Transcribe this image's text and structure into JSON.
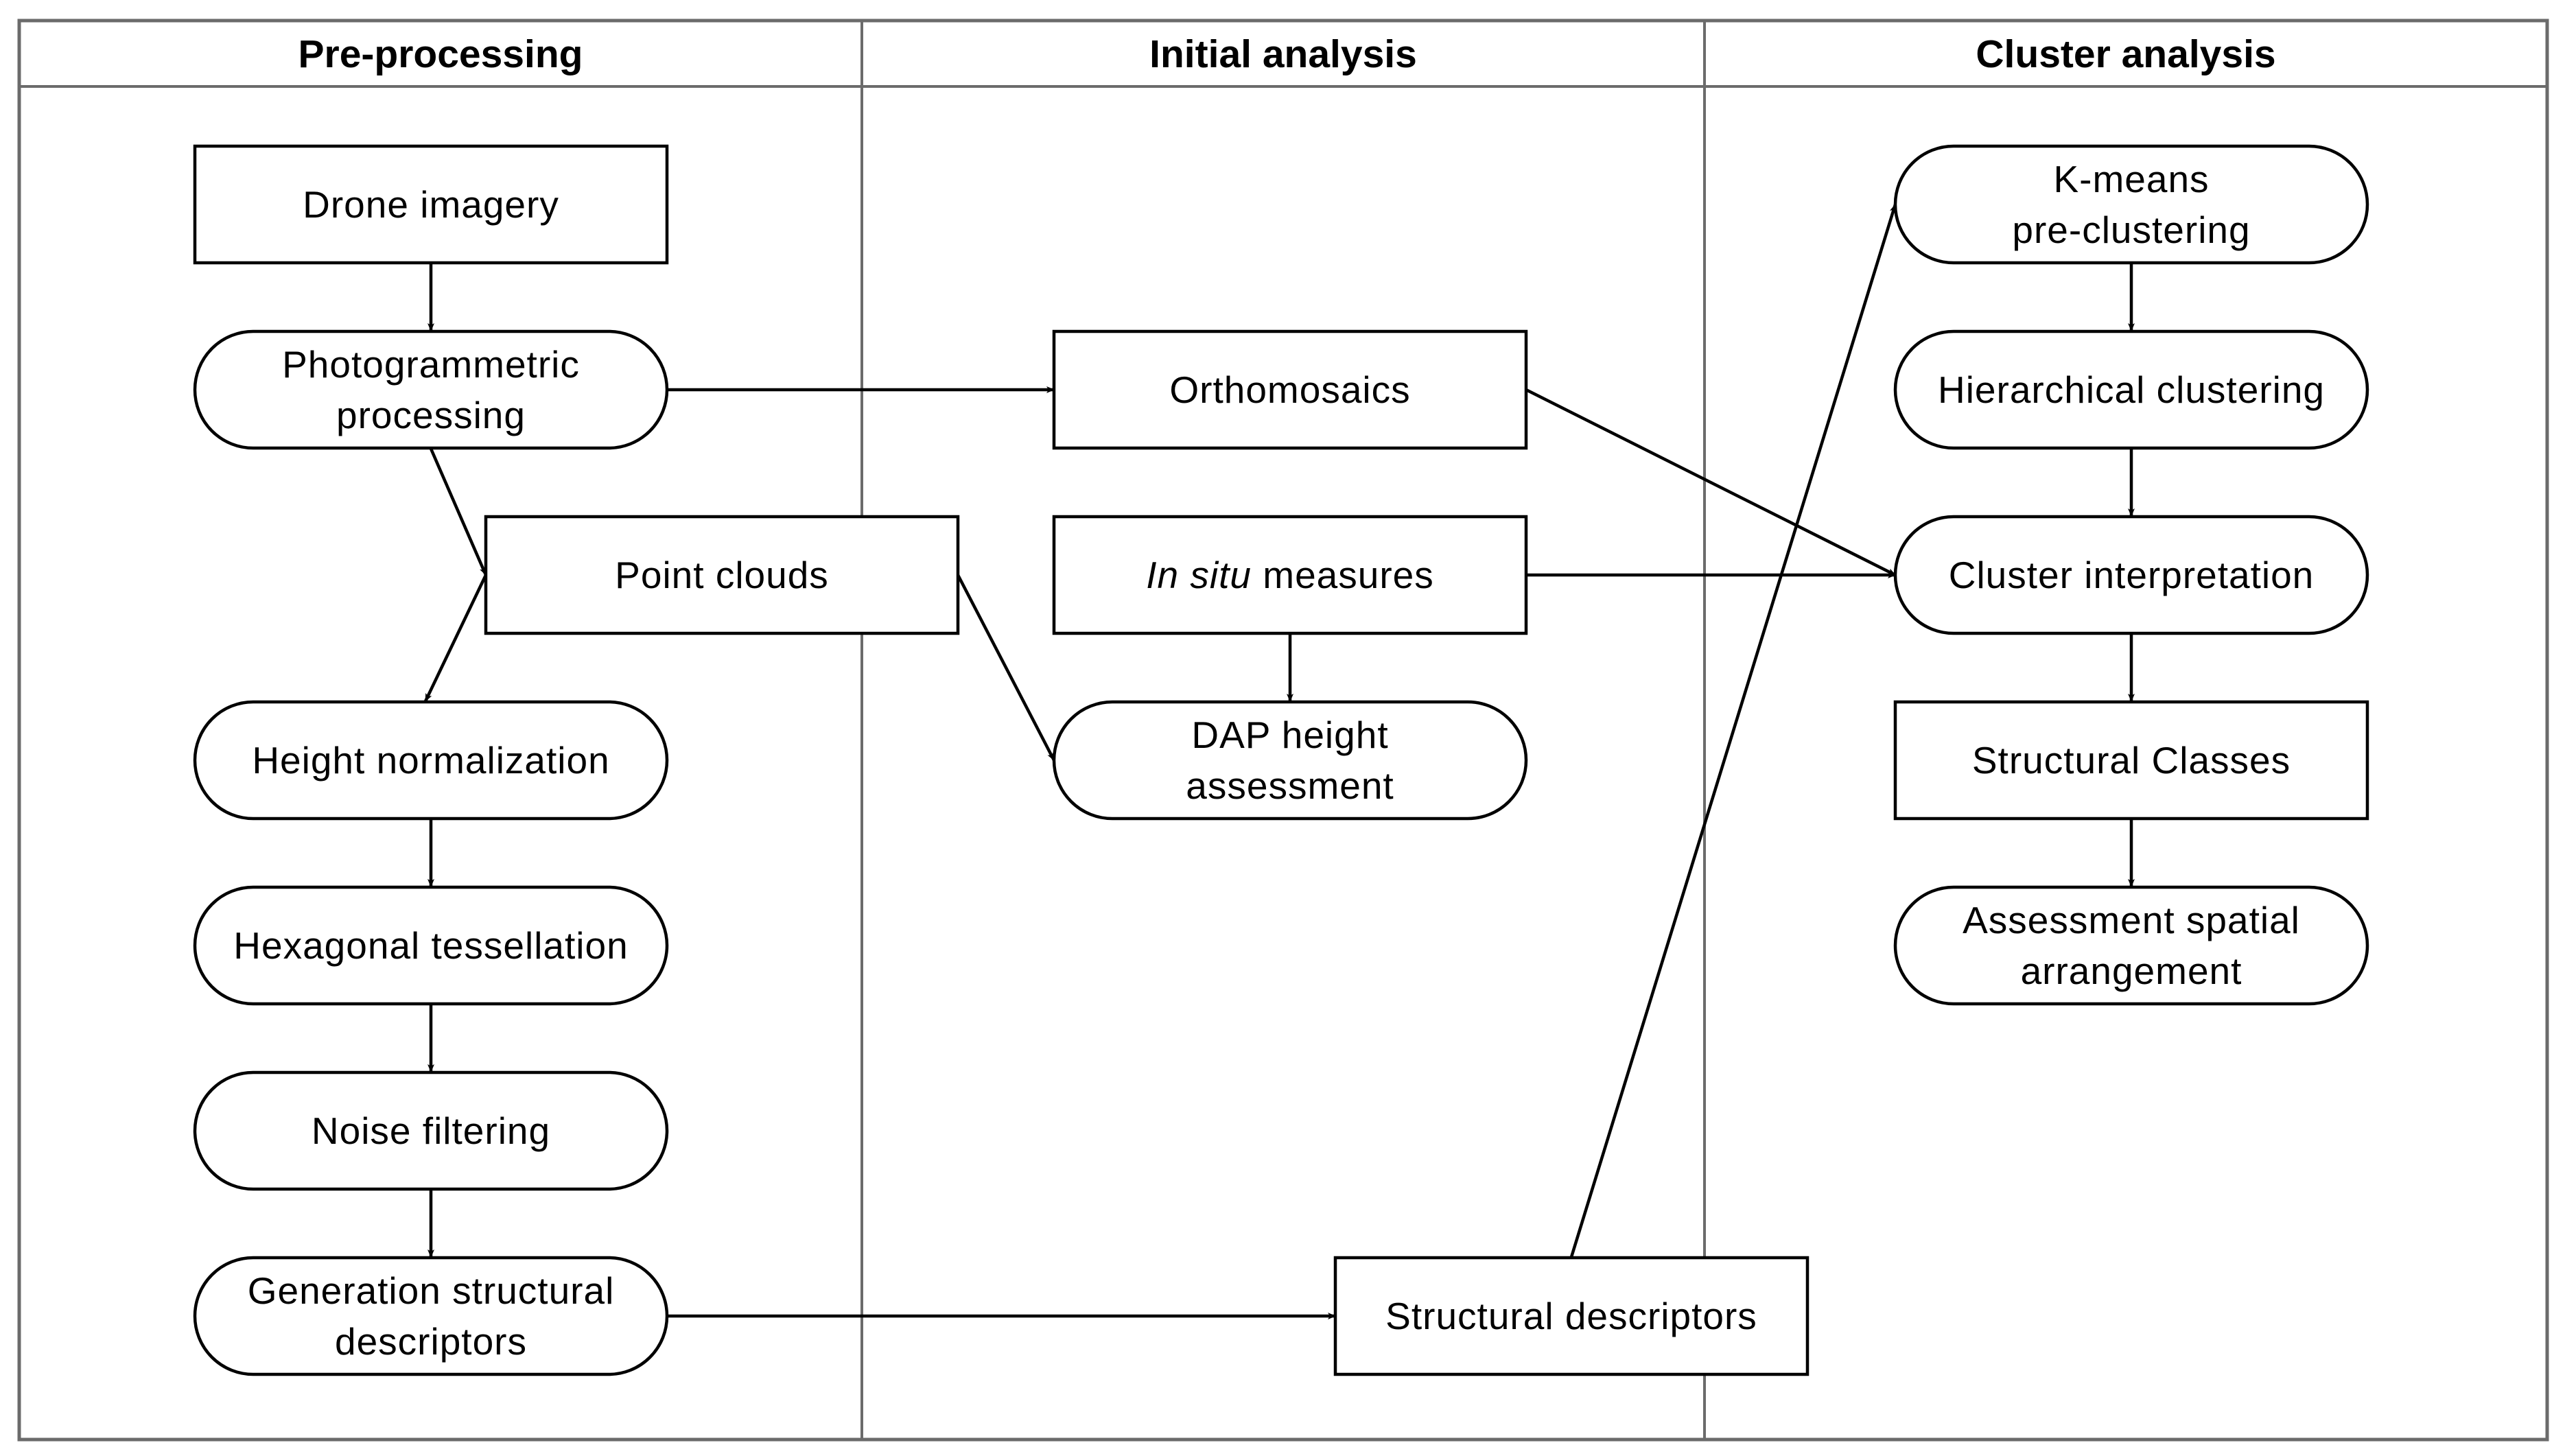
{
  "lanes": [
    {
      "id": "pre",
      "title": "Pre-processing"
    },
    {
      "id": "initial",
      "title": "Initial analysis"
    },
    {
      "id": "cluster",
      "title": "Cluster analysis"
    }
  ],
  "nodes": {
    "drone": {
      "shape": "rect",
      "lines": [
        [
          {
            "t": "Drone imagery"
          }
        ]
      ]
    },
    "photo": {
      "shape": "pill",
      "lines": [
        [
          {
            "t": "Photogrammetric"
          }
        ],
        [
          {
            "t": "processing"
          }
        ]
      ]
    },
    "pointclouds": {
      "shape": "rect",
      "lines": [
        [
          {
            "t": "Point clouds"
          }
        ]
      ]
    },
    "heightnorm": {
      "shape": "pill",
      "lines": [
        [
          {
            "t": "Height normalization"
          }
        ]
      ]
    },
    "hextess": {
      "shape": "pill",
      "lines": [
        [
          {
            "t": "Hexagonal tessellation"
          }
        ]
      ]
    },
    "noise": {
      "shape": "pill",
      "lines": [
        [
          {
            "t": "Noise filtering"
          }
        ]
      ]
    },
    "genstruct": {
      "shape": "pill",
      "lines": [
        [
          {
            "t": "Generation structural"
          }
        ],
        [
          {
            "t": "descriptors"
          }
        ]
      ]
    },
    "ortho": {
      "shape": "rect",
      "lines": [
        [
          {
            "t": "Orthomosaics"
          }
        ]
      ]
    },
    "insitu": {
      "shape": "rect",
      "lines": [
        [
          {
            "t": "In situ",
            "italic": true
          },
          {
            "t": " measures"
          }
        ]
      ]
    },
    "dap": {
      "shape": "pill",
      "lines": [
        [
          {
            "t": "DAP height"
          }
        ],
        [
          {
            "t": "assessment"
          }
        ]
      ]
    },
    "structdesc": {
      "shape": "rect",
      "lines": [
        [
          {
            "t": "Structural descriptors"
          }
        ]
      ]
    },
    "kmeans": {
      "shape": "pill",
      "lines": [
        [
          {
            "t": "K-means"
          }
        ],
        [
          {
            "t": "pre-clustering"
          }
        ]
      ]
    },
    "hier": {
      "shape": "pill",
      "lines": [
        [
          {
            "t": "Hierarchical clustering"
          }
        ]
      ]
    },
    "interp": {
      "shape": "pill",
      "lines": [
        [
          {
            "t": "Cluster interpretation"
          }
        ]
      ]
    },
    "classes": {
      "shape": "rect",
      "lines": [
        [
          {
            "t": "Structural Classes"
          }
        ]
      ]
    },
    "spatial": {
      "shape": "pill",
      "lines": [
        [
          {
            "t": "Assessment spatial"
          }
        ],
        [
          {
            "t": "arrangement"
          }
        ]
      ]
    }
  },
  "edges": [
    {
      "from": "drone",
      "to": "photo"
    },
    {
      "from": "photo",
      "to": "ortho"
    },
    {
      "from": "photo",
      "to": "pointclouds"
    },
    {
      "from": "pointclouds",
      "to": "heightnorm"
    },
    {
      "from": "pointclouds",
      "to": "dap"
    },
    {
      "from": "heightnorm",
      "to": "hextess"
    },
    {
      "from": "hextess",
      "to": "noise"
    },
    {
      "from": "noise",
      "to": "genstruct"
    },
    {
      "from": "genstruct",
      "to": "structdesc"
    },
    {
      "from": "insitu",
      "to": "dap"
    },
    {
      "from": "insitu",
      "to": "interp"
    },
    {
      "from": "ortho",
      "to": "interp"
    },
    {
      "from": "structdesc",
      "to": "kmeans"
    },
    {
      "from": "kmeans",
      "to": "hier"
    },
    {
      "from": "hier",
      "to": "interp"
    },
    {
      "from": "interp",
      "to": "classes"
    },
    {
      "from": "classes",
      "to": "spatial"
    }
  ]
}
